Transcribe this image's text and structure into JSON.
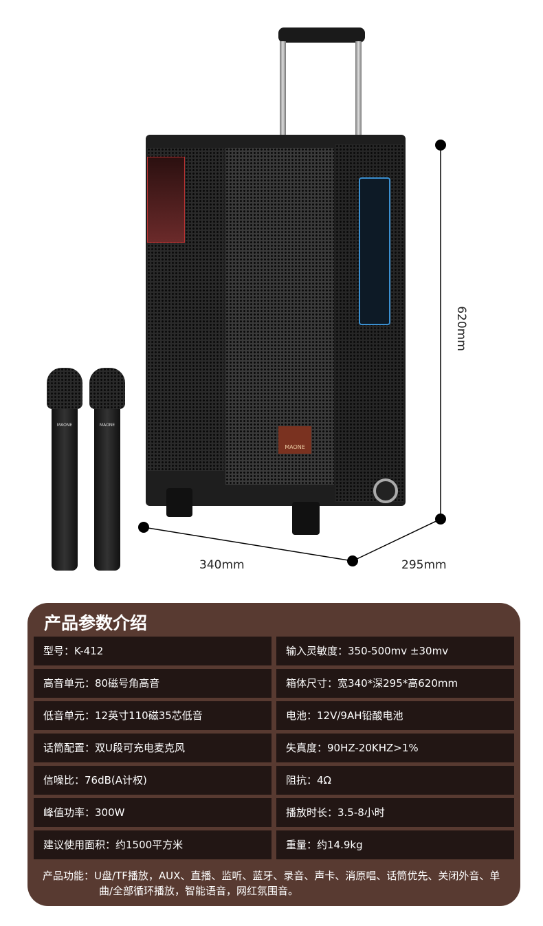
{
  "product": {
    "brand_logo": "MAONE",
    "mic_brand": "MAONE"
  },
  "dimensions": {
    "height": "620mm",
    "width": "340mm",
    "depth": "295mm"
  },
  "specs": {
    "title": "产品参数介绍",
    "rows": [
      {
        "left": "型号：K-412",
        "right": "输入灵敏度：350-500mv ±30mv"
      },
      {
        "left": "高音单元：80磁号角高音",
        "right": "箱体尺寸：宽340*深295*高620mm"
      },
      {
        "left": "低音单元：12英寸110磁35芯低音",
        "right": "电池：12V/9AH铅酸电池"
      },
      {
        "left": "话筒配置：双U段可充电麦克风",
        "right": "失真度：90HZ-20KHZ>1%"
      },
      {
        "left": "信噪比：76dB(A计权)",
        "right": "阻抗：4Ω"
      },
      {
        "left": "峰值功率：300W",
        "right": "播放时长：3.5-8小时"
      },
      {
        "left": "建议使用面积：约1500平方米",
        "right": "重量：约14.9kg"
      }
    ],
    "functions": "产品功能：U盘/TF播放，AUX、直播、监听、蓝牙、录音、声卡、消原唱、话筒优先、关闭外音、单曲/全部循环播放，智能语音，网红氛围音。"
  }
}
